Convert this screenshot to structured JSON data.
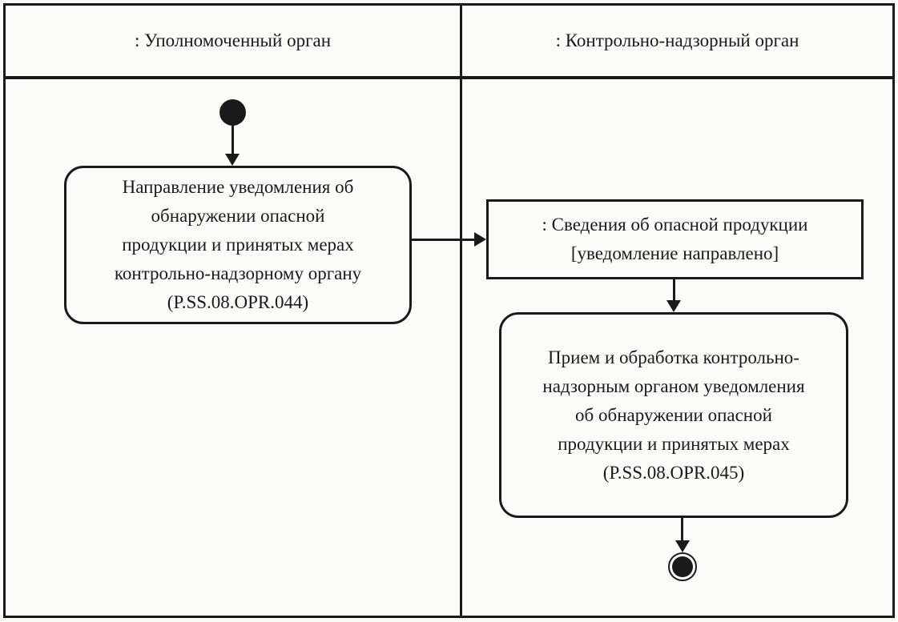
{
  "lanes": [
    {
      "title": ": Уполномоченный орган"
    },
    {
      "title": ": Контрольно-надзорный орган"
    }
  ],
  "nodes": {
    "activity1": {
      "lines": [
        "Направление уведомления об",
        "обнаружении опасной",
        "продукции и принятых мерах",
        "контрольно-надзорному органу",
        "(P.SS.08.OPR.044)"
      ]
    },
    "object1": {
      "lines": [
        ": Сведения об опасной продукции",
        "[уведомление направлено]"
      ]
    },
    "activity2": {
      "lines": [
        "Прием и обработка контрольно-",
        "надзорным органом уведомления",
        "об обнаружении опасной",
        "продукции и принятых мерах",
        "(P.SS.08.OPR.045)"
      ]
    }
  },
  "colors": {
    "line": "#1a1a1a",
    "background": "#fbfbf8"
  }
}
